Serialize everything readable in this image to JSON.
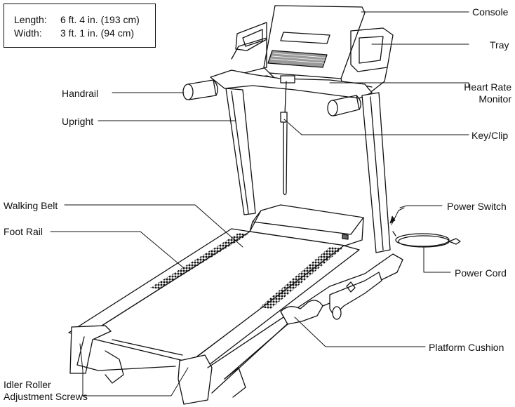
{
  "dimensions": [
    {
      "label": "Length:",
      "value": "6 ft. 4 in. (193 cm)"
    },
    {
      "label": "Width:",
      "value": "3 ft. 1 in. (94 cm)"
    }
  ],
  "labels": {
    "console": "Console",
    "tray": "Tray",
    "heart_rate_1": "Heart Rate",
    "heart_rate_2": "Monitor",
    "key_clip": "Key/Clip",
    "power_switch": "Power Switch",
    "power_cord": "Power Cord",
    "platform_cushion": "Platform Cushion",
    "handrail": "Handrail",
    "upright": "Upright",
    "walking_belt": "Walking Belt",
    "foot_rail": "Foot Rail",
    "idler_1": "Idler Roller",
    "idler_2": "Adjustment Screws"
  }
}
